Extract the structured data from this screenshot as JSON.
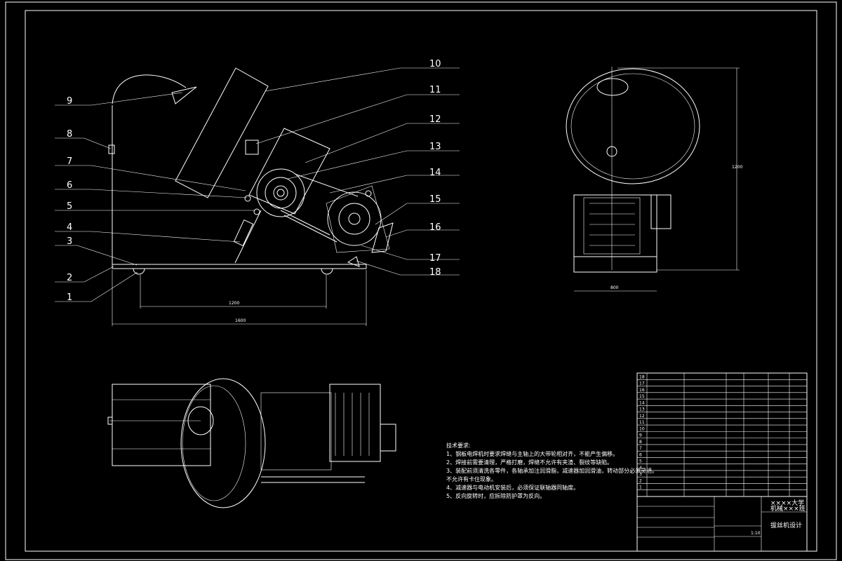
{
  "drawing": {
    "left_labels": [
      "9",
      "8",
      "7",
      "6",
      "5",
      "4",
      "3",
      "2",
      "1"
    ],
    "right_labels": [
      "10",
      "11",
      "12",
      "13",
      "14",
      "15",
      "16",
      "17",
      "18"
    ],
    "dims": {
      "base_inner": "1200",
      "base_overall": "1600",
      "side_width": "800",
      "side_height": "1200"
    }
  },
  "notes": {
    "title": "技术要求:",
    "lines": [
      "1、钢板电焊机时要求焊缝与主轴上的大带轮相对齐，不能产生偏移。",
      "2、焊接前需要清理，严格打磨，焊缝不允许有夹渣、裂纹等缺陷。",
      "3、装配前须清洗各零件，各轴承加注润滑脂，减速器加润滑油，转动部分必须灵活。",
      "   不允许有卡住现象。",
      "4、减速器与电动机安装后，必须保证联轴器同轴度。",
      "5、反向旋转时，应拆除防护罩为反向。"
    ]
  },
  "title_block": {
    "school_line1": "××××大学",
    "school_line2": "机械×××班",
    "drawing_name": "拔丝机设计",
    "rows": [
      "18",
      "17",
      "16",
      "15",
      "14",
      "13",
      "12",
      "11",
      "10",
      "9",
      "8",
      "7",
      "6",
      "5",
      "4",
      "3",
      "2",
      "1"
    ],
    "scale": "1:10"
  }
}
